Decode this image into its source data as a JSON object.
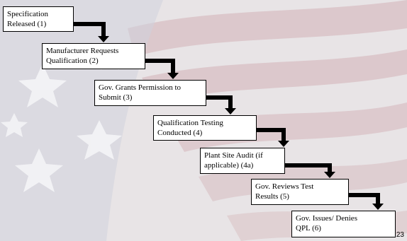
{
  "steps": [
    {
      "line1": "Specification",
      "line2": "Released (1)"
    },
    {
      "line1": "Manufacturer Requests",
      "line2": "Qualification (2)"
    },
    {
      "line1": "Gov. Grants Permission to",
      "line2": "Submit (3)"
    },
    {
      "line1": "Qualification Testing",
      "line2": "Conducted (4)"
    },
    {
      "line1": "Plant Site Audit (if",
      "line2": "applicable) (4a)"
    },
    {
      "line1": "Gov. Reviews Test",
      "line2": "Results (5)"
    },
    {
      "line1": "Gov. Issues/ Denies",
      "line2": "QPL (6)"
    }
  ],
  "page_number": "23",
  "colors": {
    "box_fill": "#ffffff",
    "border": "#000000",
    "connector": "#000000",
    "flag_red": "#c9a7ad",
    "flag_blue": "#8d96b0"
  }
}
